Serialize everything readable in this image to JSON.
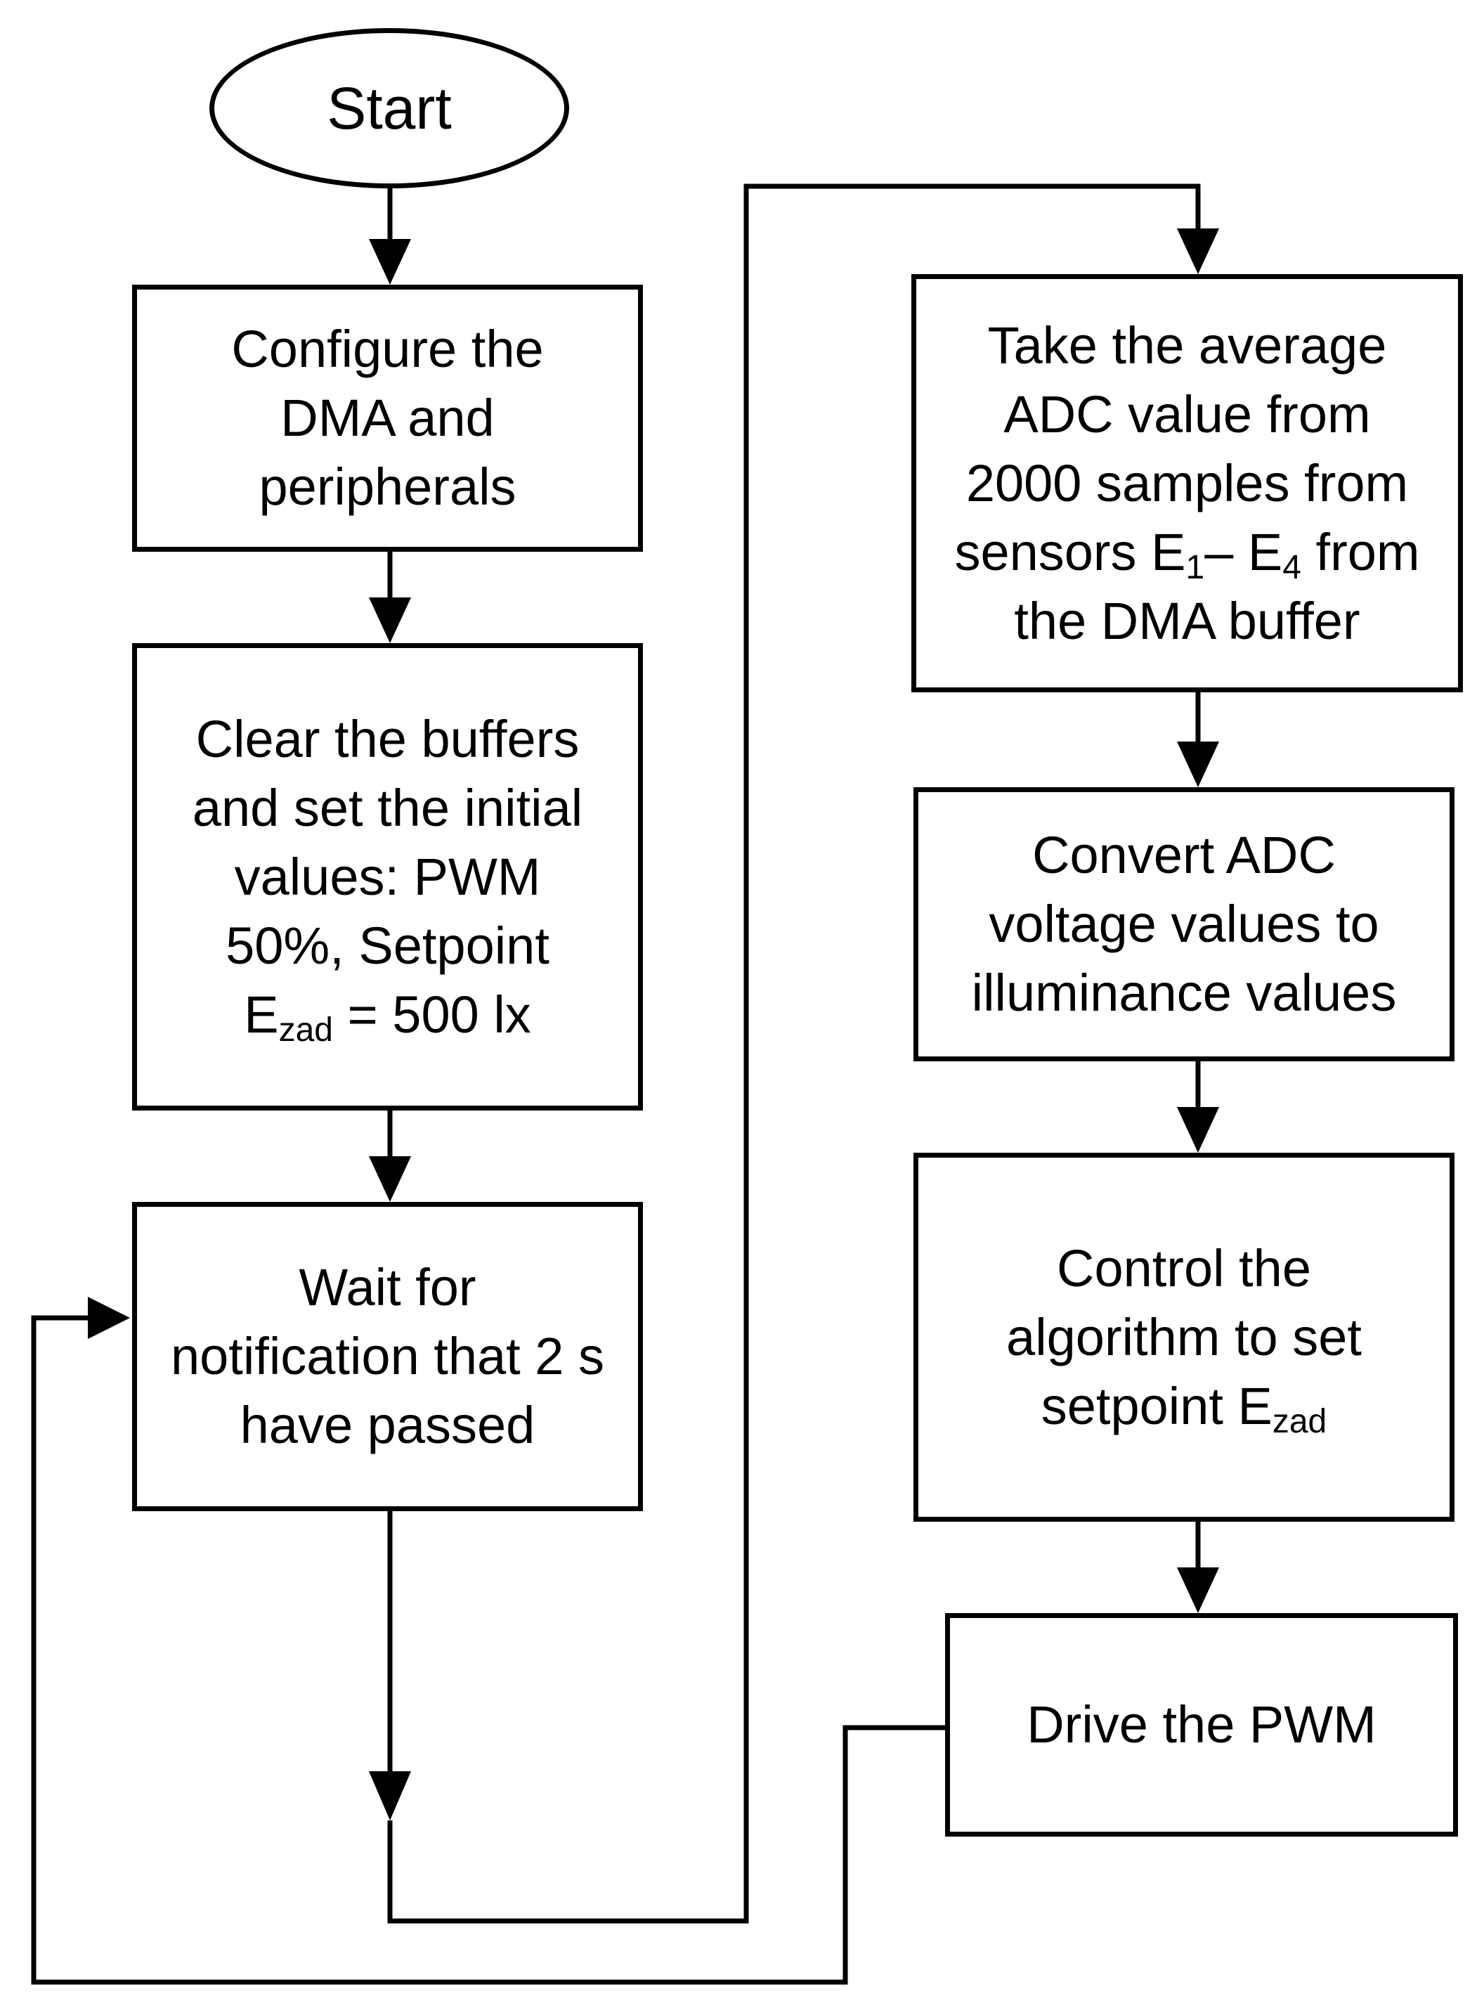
{
  "colors": {
    "stroke": "#000000",
    "background": "#ffffff"
  },
  "nodes": {
    "start": {
      "text": "Start"
    },
    "configure": {
      "line1": "Configure the",
      "line2": "DMA and",
      "line3": "peripherals"
    },
    "clear": {
      "line1": "Clear the buffers",
      "line2": "and set the initial",
      "line3": "values: PWM",
      "line4": "50%, Setpoint",
      "line5_pre": "E",
      "line5_sub": "zad",
      "line5_post": " = 500 lx"
    },
    "wait": {
      "line1": "Wait for",
      "line2": "notification that 2 s",
      "line3": "have passed"
    },
    "average": {
      "line1": "Take the average",
      "line2": "ADC value from",
      "line3": "2000 samples from",
      "line4_pre": "sensors E",
      "line4_sub1": "1",
      "line4_mid": "– E",
      "line4_sub2": "4",
      "line4_post": " from",
      "line5": "the DMA buffer"
    },
    "convert": {
      "line1": "Convert ADC",
      "line2": "voltage values to",
      "line3": "illuminance values"
    },
    "control": {
      "line1": "Control the",
      "line2": "algorithm to set",
      "line3_pre": "setpoint E",
      "line3_sub": "zad"
    },
    "drive": {
      "text": "Drive the PWM"
    }
  }
}
